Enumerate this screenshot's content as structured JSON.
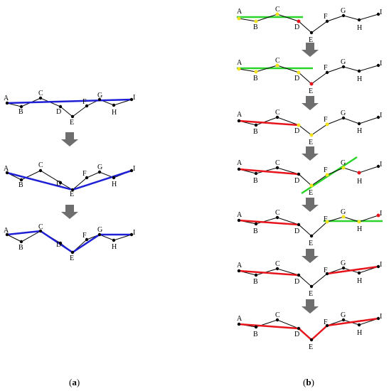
{
  "point_labels": [
    "A",
    "B",
    "C",
    "D",
    "E",
    "F",
    "G",
    "H",
    "I"
  ],
  "captions": {
    "a": {
      "open": "(",
      "letter": "a",
      "close": ")"
    },
    "b": {
      "open": "(",
      "letter": "b",
      "close": ")"
    }
  },
  "colors": {
    "polyline": "#000000",
    "approx_a": "#1f1fd6",
    "fitted_b": "#e8141b",
    "candidate_line": "#2bd42b",
    "candidate_point": "#f2e21a",
    "split_point": "#e8141b",
    "arrow": "#6e6e6e"
  },
  "icons": {
    "arrow": "down-arrow-icon"
  }
}
